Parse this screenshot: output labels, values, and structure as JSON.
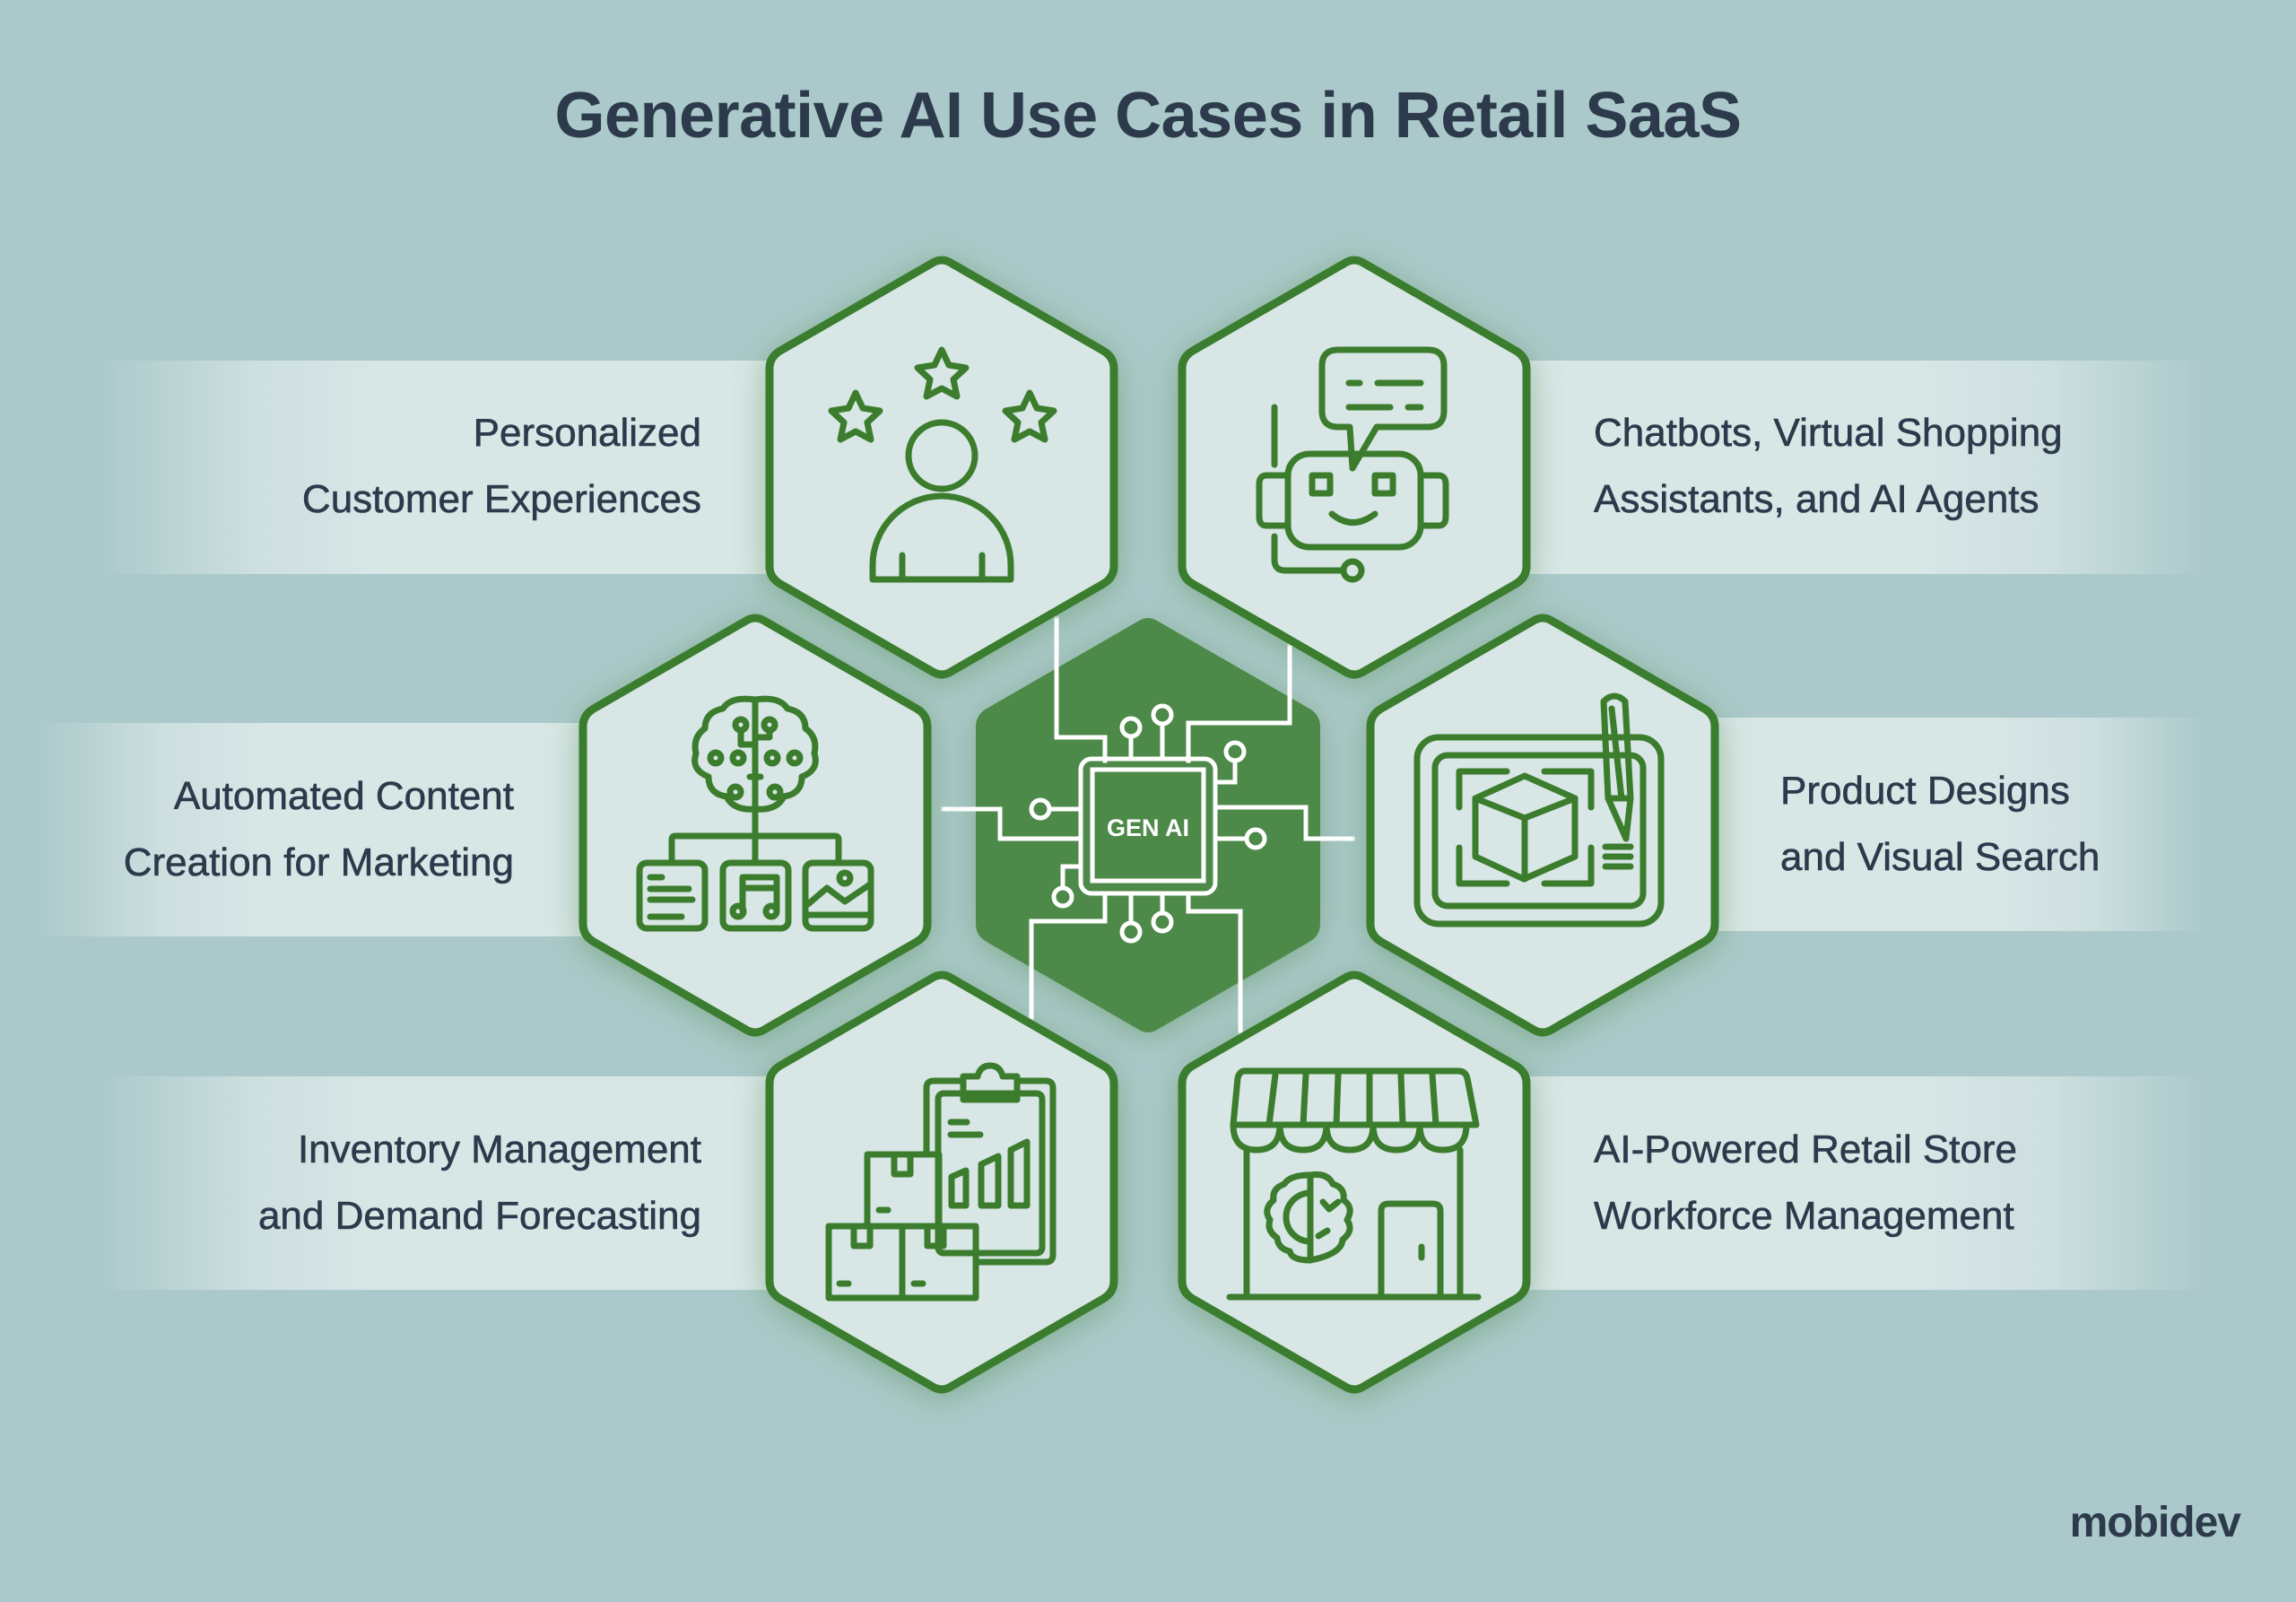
{
  "title": "Generative AI Use Cases in Retail SaaS",
  "center": {
    "label": "GEN AI",
    "icon": "chip-icon"
  },
  "use_cases": [
    {
      "id": "personalized",
      "lines": [
        "Personalized",
        "Customer Experiences"
      ],
      "icon": "user-stars-icon",
      "side": "left"
    },
    {
      "id": "chatbots",
      "lines": [
        "Chatbots, Virtual Shopping",
        "Assistants, and AI Agents"
      ],
      "icon": "robot-chat-icon",
      "side": "right"
    },
    {
      "id": "content",
      "lines": [
        "Automated Content",
        "Creation for Marketing"
      ],
      "icon": "brain-content-icon",
      "side": "left"
    },
    {
      "id": "product-design",
      "lines": [
        "Product Designs",
        "and Visual Search"
      ],
      "icon": "tablet-cube-icon",
      "side": "right"
    },
    {
      "id": "inventory",
      "lines": [
        "Inventory Management",
        "and Demand Forecasting"
      ],
      "icon": "boxes-clipboard-icon",
      "side": "left"
    },
    {
      "id": "store",
      "lines": [
        "AI-Powered Retail Store",
        "Workforce Management"
      ],
      "icon": "store-gear-icon",
      "side": "right"
    }
  ],
  "logo": {
    "text": "mobidev"
  },
  "colors": {
    "background": "#abc9ca",
    "hex_fill": "#d8e6e6",
    "accent_green": "#3b7d2d",
    "center_green": "#4e8a48",
    "text": "#2c3a4c"
  }
}
